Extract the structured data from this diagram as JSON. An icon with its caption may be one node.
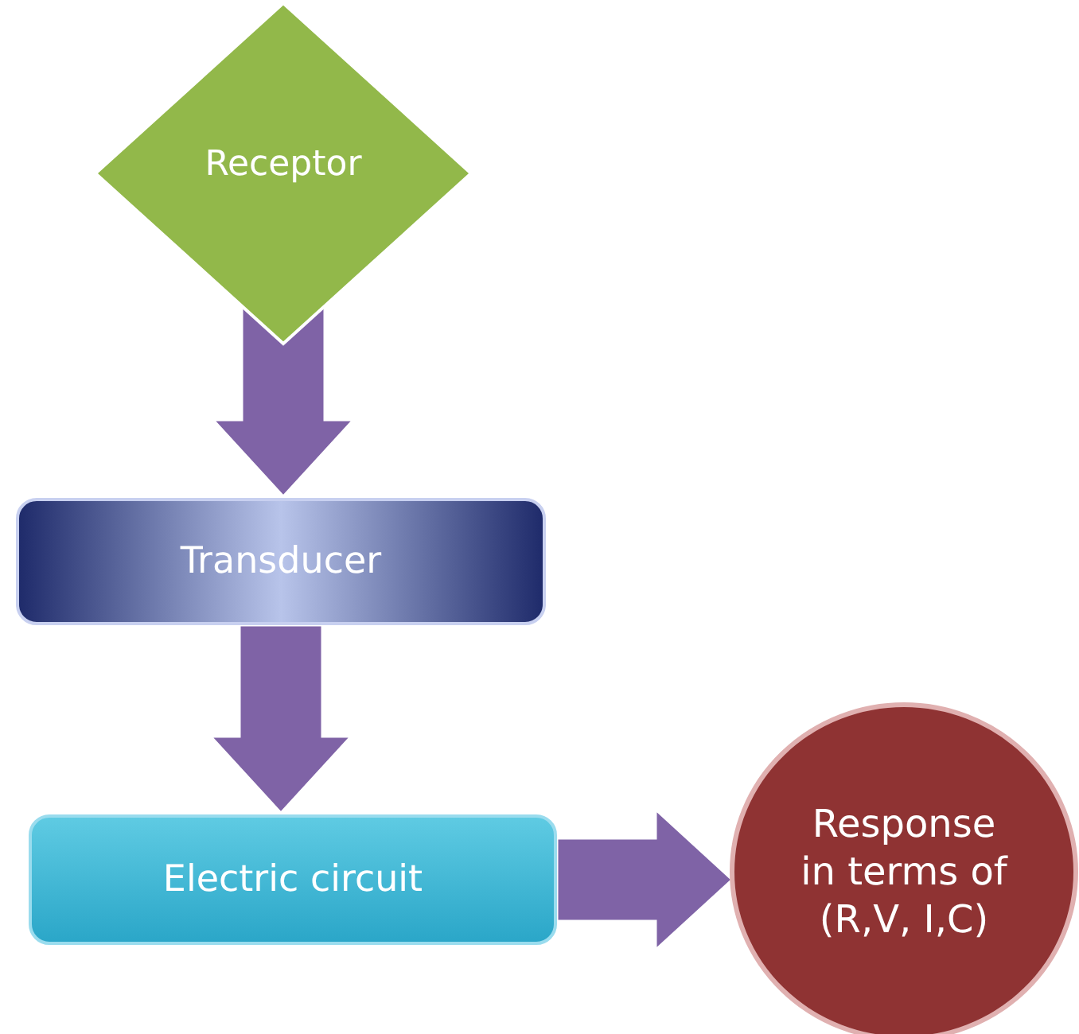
{
  "diagram": {
    "nodes": [
      {
        "text": [
          "Receptor"
        ]
      },
      {
        "text": [
          "Transducer"
        ]
      },
      {
        "text": [
          "Electric circuit"
        ]
      },
      {
        "text": [
          "Response in terms of (R,V, I,C)"
        ]
      }
    ],
    "edges": [
      {
        "from": 0,
        "to": 1,
        "arrow": "to"
      },
      {
        "from": 1,
        "to": 2,
        "arrow": "to"
      },
      {
        "from": 2,
        "to": 3,
        "arrow": "to"
      }
    ]
  }
}
